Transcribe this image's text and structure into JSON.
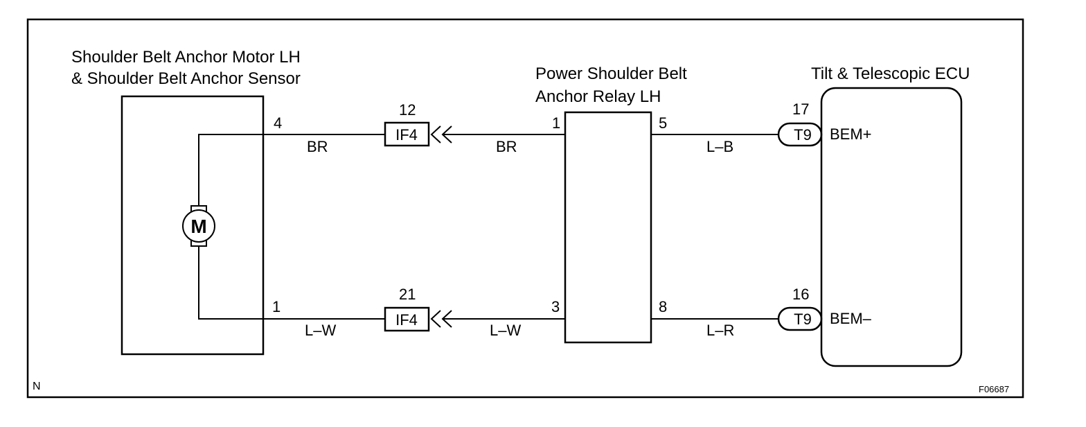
{
  "corner_left": "N",
  "figure_code": "F06687",
  "motor_component": {
    "title_line1": "Shoulder Belt Anchor Motor LH",
    "title_line2": "& Shoulder Belt Anchor Sensor",
    "motor_symbol": "M",
    "pin_top": "4",
    "pin_bottom": "1"
  },
  "relay_component": {
    "title_line1": "Power Shoulder Belt",
    "title_line2": "Anchor Relay LH",
    "pin_left_top": "1",
    "pin_left_bottom": "3",
    "pin_right_top": "5",
    "pin_right_bottom": "8"
  },
  "ecu_component": {
    "title": "Tilt & Telescopic ECU",
    "terminal_top": "BEM+",
    "terminal_bottom": "BEM–"
  },
  "connectors": {
    "if4_top": {
      "label": "IF4",
      "pin": "12"
    },
    "if4_bottom": {
      "label": "IF4",
      "pin": "21"
    },
    "t9_top": {
      "label": "T9",
      "pin": "17"
    },
    "t9_bottom": {
      "label": "T9",
      "pin": "16"
    }
  },
  "wires": {
    "motor_to_if4_top": "BR",
    "if4_to_relay_top": "BR",
    "relay_to_ecu_top": "L–B",
    "motor_to_if4_bottom": "L–W",
    "if4_to_relay_bottom": "L–W",
    "relay_to_ecu_bottom": "L–R"
  }
}
